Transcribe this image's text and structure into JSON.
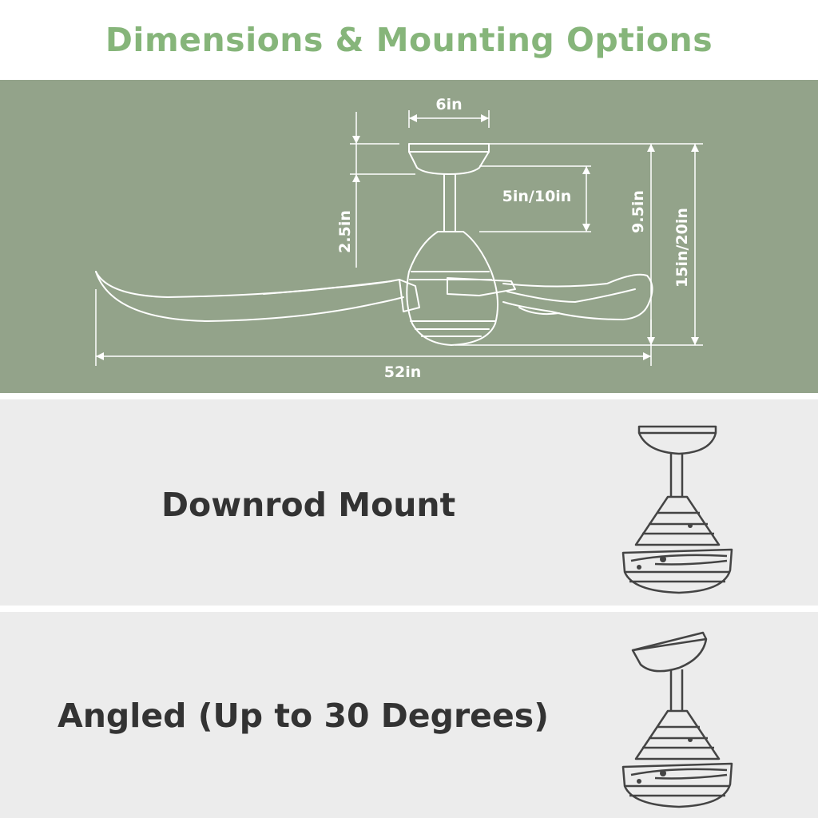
{
  "header": {
    "title": "Dimensions & Mounting Options"
  },
  "dimensions": {
    "canopy_width": "6in",
    "downrod_length": "5in/10in",
    "canopy_height": "2.5in",
    "body_height": "9.5in",
    "total_height": "15in/20in",
    "blade_span": "52in"
  },
  "mounting": [
    {
      "label": "Downrod Mount",
      "icon": "downrod-fan-icon"
    },
    {
      "label": "Angled (Up to 30 Degrees)",
      "icon": "angled-fan-icon"
    }
  ],
  "colors": {
    "title": "#86b57a",
    "panel": "#93a38a",
    "row_bg": "#ececec",
    "text": "#333333"
  }
}
